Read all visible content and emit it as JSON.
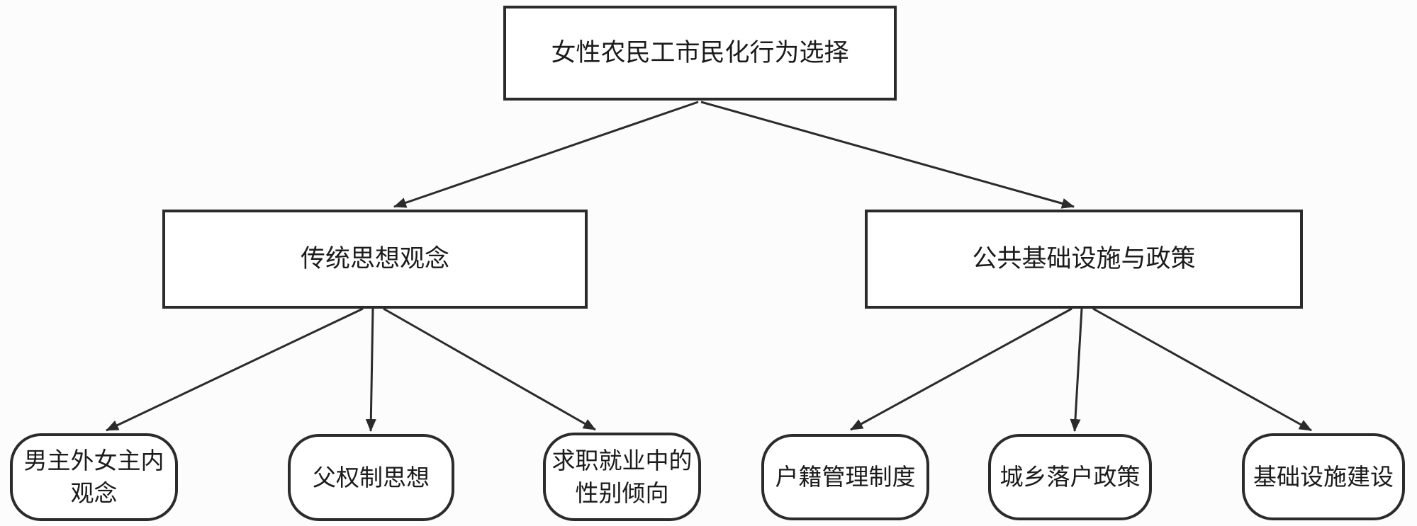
{
  "diagram": {
    "type": "tree-flowchart",
    "nodes": {
      "root": {
        "label": "女性农民工市民化行为选择"
      },
      "t1": {
        "label": "传统思想观念"
      },
      "t2": {
        "label": "公共基础设施与政策"
      },
      "l1": {
        "label": "男主外女主内观念"
      },
      "l2": {
        "label": "父权制思想"
      },
      "l3": {
        "label": "求职就业中的性别倾向"
      },
      "l4": {
        "label": "户籍管理制度"
      },
      "l5": {
        "label": "城乡落户政策"
      },
      "l6": {
        "label": "基础设施建设"
      }
    },
    "edges": [
      {
        "from": "root",
        "to": "t1"
      },
      {
        "from": "root",
        "to": "t2"
      },
      {
        "from": "t1",
        "to": "l1"
      },
      {
        "from": "t1",
        "to": "l2"
      },
      {
        "from": "t1",
        "to": "l3"
      },
      {
        "from": "t2",
        "to": "l4"
      },
      {
        "from": "t2",
        "to": "l5"
      },
      {
        "from": "t2",
        "to": "l6"
      }
    ],
    "colors": {
      "stroke": "#2b2b2b",
      "node_fill": "#ffffff",
      "background": "#fcfcfc",
      "text": "#1b1b1b"
    }
  }
}
